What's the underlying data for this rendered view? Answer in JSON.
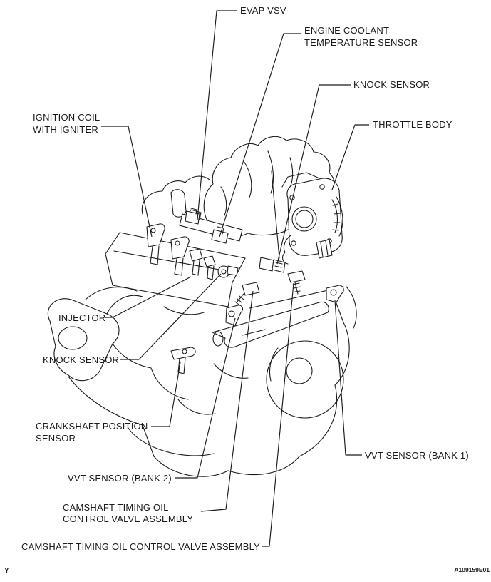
{
  "figure": {
    "type": "engine-component-location-diagram",
    "code": "A109159E01",
    "corner_mark": "Y",
    "colors": {
      "line": "#1a1a1a",
      "background": "#ffffff"
    }
  },
  "labels": {
    "evap_vsv": {
      "lines": [
        "EVAP VSV"
      ]
    },
    "ect_sensor": {
      "lines": [
        "ENGINE COOLANT",
        "TEMPERATURE SENSOR"
      ]
    },
    "knock_upper": {
      "lines": [
        "KNOCK SENSOR"
      ]
    },
    "throttle_body": {
      "lines": [
        "THROTTLE BODY"
      ]
    },
    "ignition_coil": {
      "lines": [
        "IGNITION COIL",
        "WITH IGNITER"
      ]
    },
    "injector": {
      "lines": [
        "INJECTOR"
      ]
    },
    "knock_left": {
      "lines": [
        "KNOCK SENSOR"
      ]
    },
    "crankshaft": {
      "lines": [
        "CRANKSHAFT POSITION",
        "SENSOR"
      ]
    },
    "vvt_bank2": {
      "lines": [
        "VVT SENSOR (BANK 2)"
      ]
    },
    "camshaft_valve2": {
      "lines": [
        "CAMSHAFT TIMING OIL",
        "CONTROL VALVE ASSEMBLY"
      ]
    },
    "camshaft_valve1": {
      "lines": [
        "CAMSHAFT TIMING OIL CONTROL VALVE ASSEMBLY"
      ]
    },
    "vvt_bank1": {
      "lines": [
        "VVT SENSOR (BANK 1)"
      ]
    }
  }
}
